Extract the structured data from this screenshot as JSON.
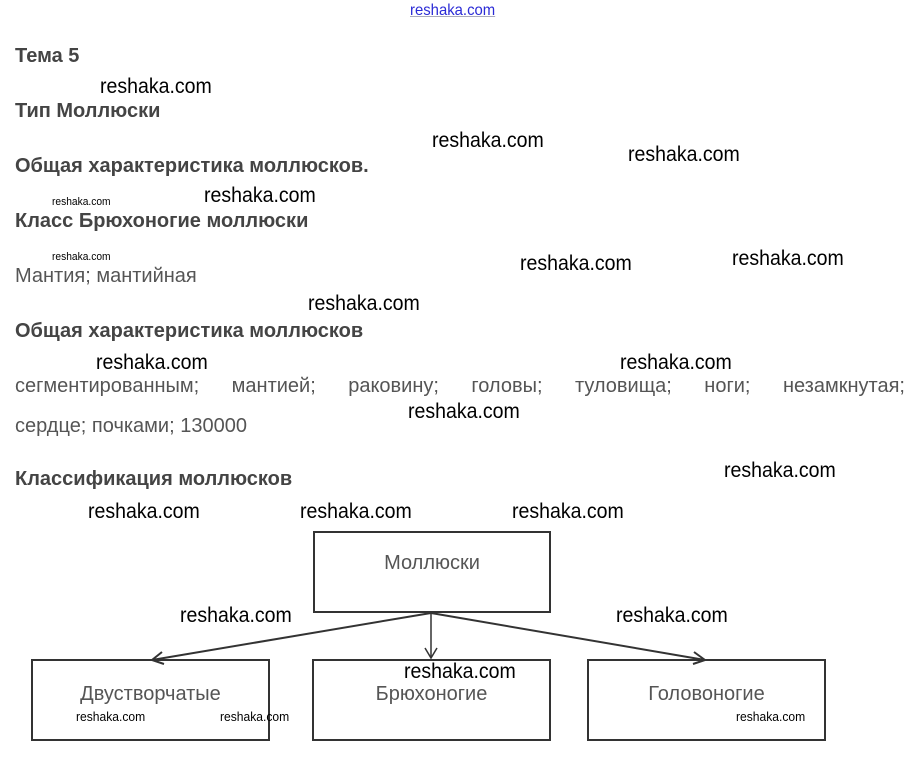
{
  "watermark": "reshaka.com",
  "headings": {
    "topic": "Тема 5",
    "type": "Тип Моллюски",
    "general1": "Общая характеристика моллюсков.",
    "class": "Класс Брюхоногие моллюски",
    "general2": "Общая характеристика моллюсков",
    "classification": "Классификация моллюсков"
  },
  "answers": {
    "gastropods": "Мантия; мантийная",
    "line1": [
      "сегментированным;",
      "мантией;",
      "раковину;",
      "головы;",
      "туловища;",
      "ноги;",
      "незамкнутая;"
    ],
    "line2": "сердце; почками; 130000"
  },
  "diagram": {
    "root": "Моллюски",
    "children": [
      "Двустворчатые",
      "Брюхоногие",
      "Головоногие"
    ]
  }
}
